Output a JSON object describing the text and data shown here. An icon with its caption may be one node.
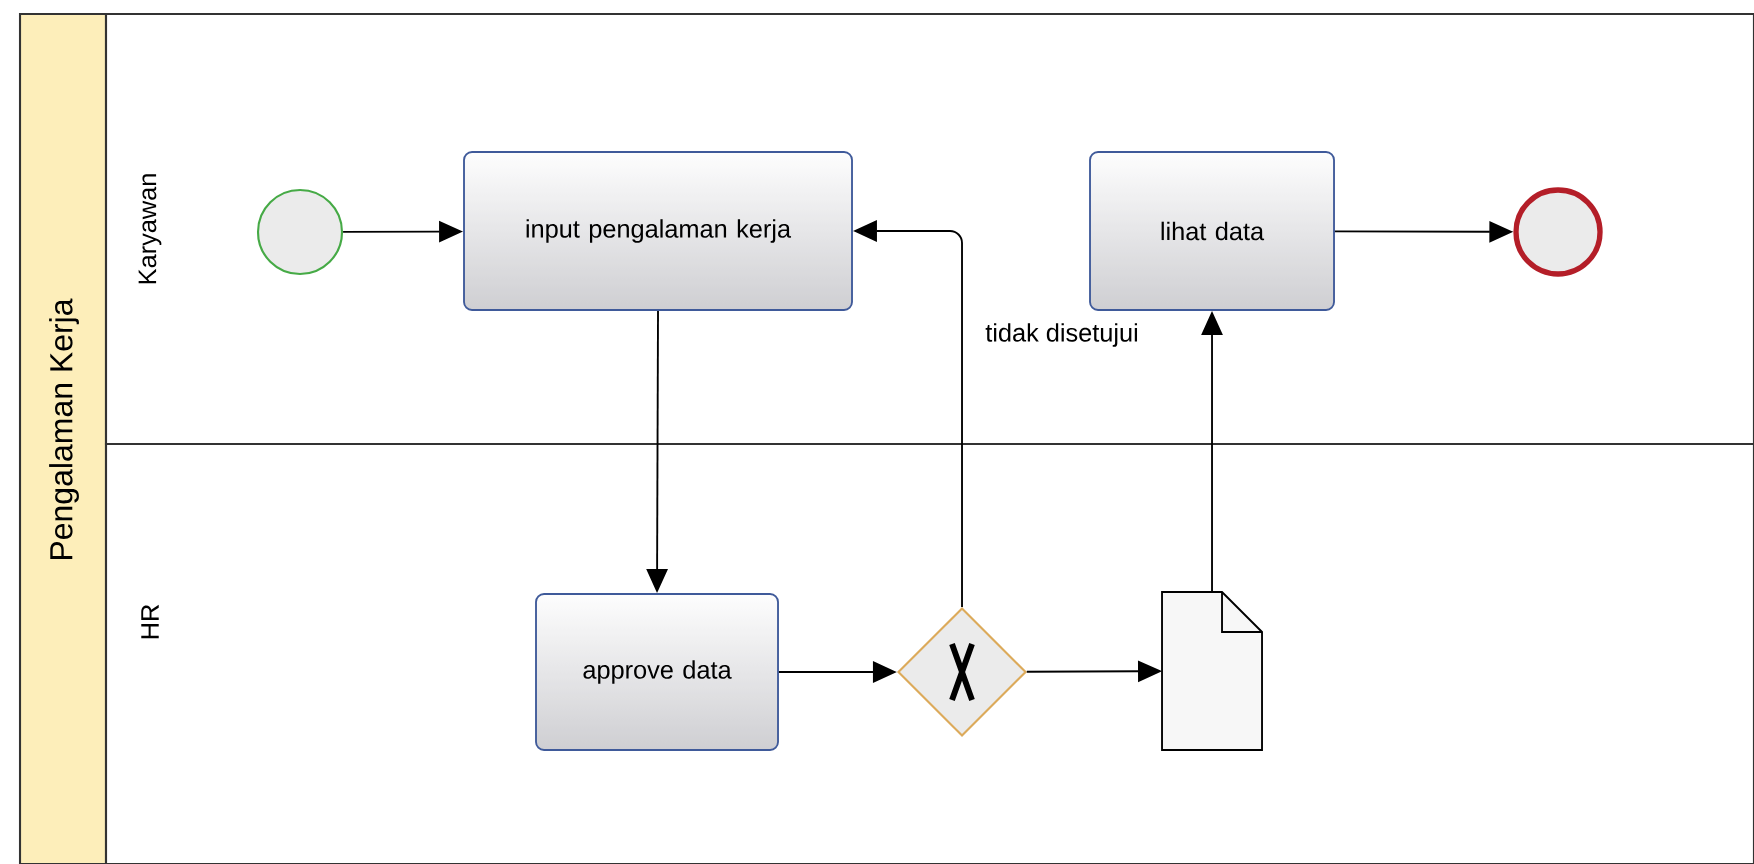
{
  "diagram": {
    "nodes": [
      {
        "text": [
          "Pengalaman Kerja"
        ]
      },
      {
        "text": [
          "Karyawan"
        ],
        "in": 0
      },
      {
        "text": [
          "HR"
        ],
        "in": 0
      },
      {
        "text": [],
        "shape": "circle",
        "in": 1
      },
      {
        "text": [
          "input pengalaman kerja"
        ],
        "in": 1
      },
      {
        "text": [
          "lihat data"
        ],
        "in": 1
      },
      {
        "text": [],
        "shape": "circle",
        "in": 1
      },
      {
        "text": [
          "approve data"
        ],
        "in": 2
      },
      {
        "text": [],
        "shape": "diamond",
        "in": 2
      },
      {
        "text": [],
        "shape": "document",
        "in": 2
      }
    ],
    "edges": [
      {
        "from": 3,
        "to": 4,
        "arrow": "to"
      },
      {
        "from": 4,
        "to": 7,
        "arrow": "to"
      },
      {
        "from": 7,
        "to": 8,
        "arrow": "to"
      },
      {
        "from": 8,
        "to": 4,
        "arrow": "to",
        "label": "tidak disetujui"
      },
      {
        "from": 8,
        "to": 9,
        "arrow": "to"
      },
      {
        "from": 9,
        "to": 5,
        "arrow": "to"
      },
      {
        "from": 5,
        "to": 6,
        "arrow": "to"
      }
    ]
  }
}
